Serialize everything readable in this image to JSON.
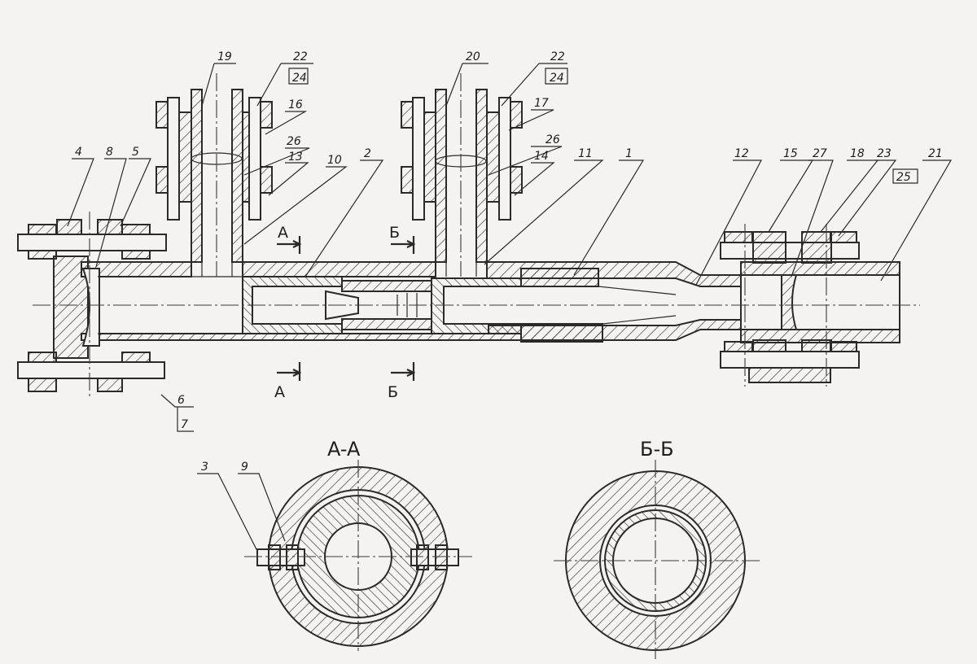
{
  "callouts": {
    "c1": "1",
    "c2": "2",
    "c3": "3",
    "c4": "4",
    "c5": "5",
    "c6": "6",
    "c7": "7",
    "c8": "8",
    "c9": "9",
    "c10": "10",
    "c11": "11",
    "c12": "12",
    "c13": "13",
    "c14": "14",
    "c15": "15",
    "c16": "16",
    "c17": "17",
    "c18": "18",
    "c19": "19",
    "c20": "20",
    "c21": "21",
    "c22a": "22",
    "c22b": "22",
    "c23": "23",
    "c24a": "24",
    "c24b": "24",
    "c25": "25",
    "c26a": "26",
    "c26b": "26",
    "c27": "27"
  },
  "section_markers": {
    "a_top": "A",
    "a_bottom": "A",
    "b_top": "Б",
    "b_bottom": "Б"
  },
  "section_titles": {
    "aa": "A-A",
    "bb": "Б-Б"
  }
}
